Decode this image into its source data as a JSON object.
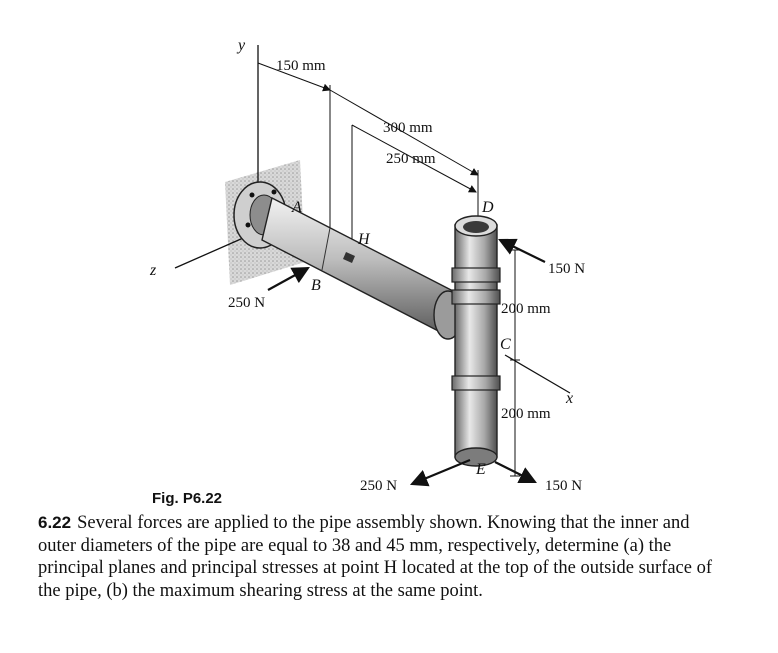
{
  "figure": {
    "axes": {
      "y": "y",
      "z": "z",
      "x": "x"
    },
    "points": {
      "A": "A",
      "B": "B",
      "C": "C",
      "D": "D",
      "E": "E",
      "H": "H"
    },
    "dimensions": {
      "d150": "150 mm",
      "d300": "300 mm",
      "d250": "250 mm",
      "d200_top": "200 mm",
      "d200_bottom": "200 mm"
    },
    "forces": {
      "f250_B": "250 N",
      "f150_D": "150 N",
      "f250_E": "250 N",
      "f150_E": "150 N"
    },
    "caption": "Fig. P6.22"
  },
  "problem": {
    "number": "6.22",
    "text": "Several forces are applied to the pipe assembly shown.  Knowing that the inner and outer diameters of the pipe are equal to 38 and 45 mm, respectively, determine (a) the principal planes and principal stresses at point H located at the top of the outside surface of the pipe, (b) the maximum shearing stress at the same point."
  }
}
